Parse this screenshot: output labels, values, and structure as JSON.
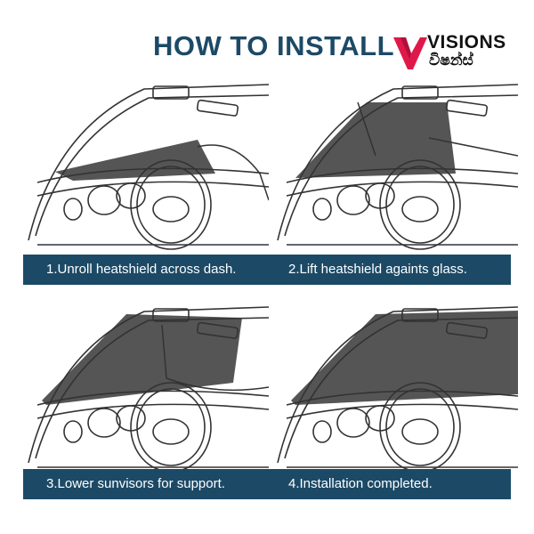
{
  "header": {
    "title": "HOW TO INSTALL"
  },
  "logo": {
    "name": "VISIONS",
    "subtitle": "විෂන්ස්",
    "accent": "#e0184a"
  },
  "steps": [
    {
      "label": "1.Unroll heatshield across dash."
    },
    {
      "label": "2.Lift heatshield againts glass."
    },
    {
      "label": "3.Lower sunvisors for support."
    },
    {
      "label": "4.Installation completed."
    }
  ],
  "colors": {
    "bar": "#1c4a66",
    "shade": "#5a5a5a"
  }
}
